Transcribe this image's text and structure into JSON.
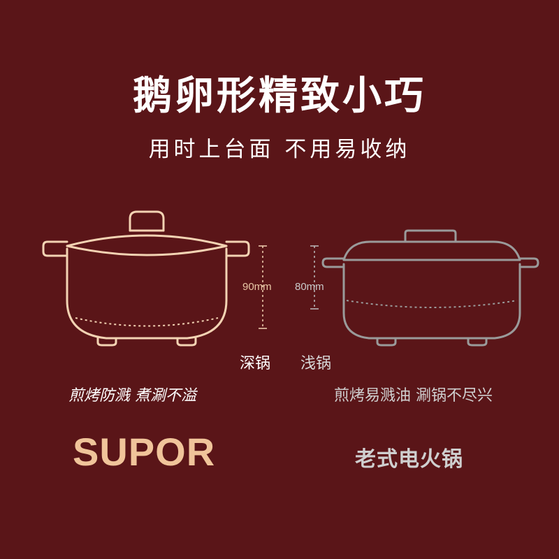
{
  "title": "鹅卵形精致小巧",
  "subtitle": "用时上台面  不用易收纳",
  "left_pot": {
    "height_label": "90mm",
    "type_label": "深锅",
    "features": "煎烤防溅  煮涮不溢",
    "brand": "SUPOR",
    "stroke_color": "#f3d3b3"
  },
  "right_pot": {
    "height_label": "80mm",
    "type_label": "浅锅",
    "features": "煎烤易溅油  涮锅不尽兴",
    "name": "老式电火锅",
    "stroke_color": "#9a9a9a"
  },
  "background_color": "#5a1518"
}
